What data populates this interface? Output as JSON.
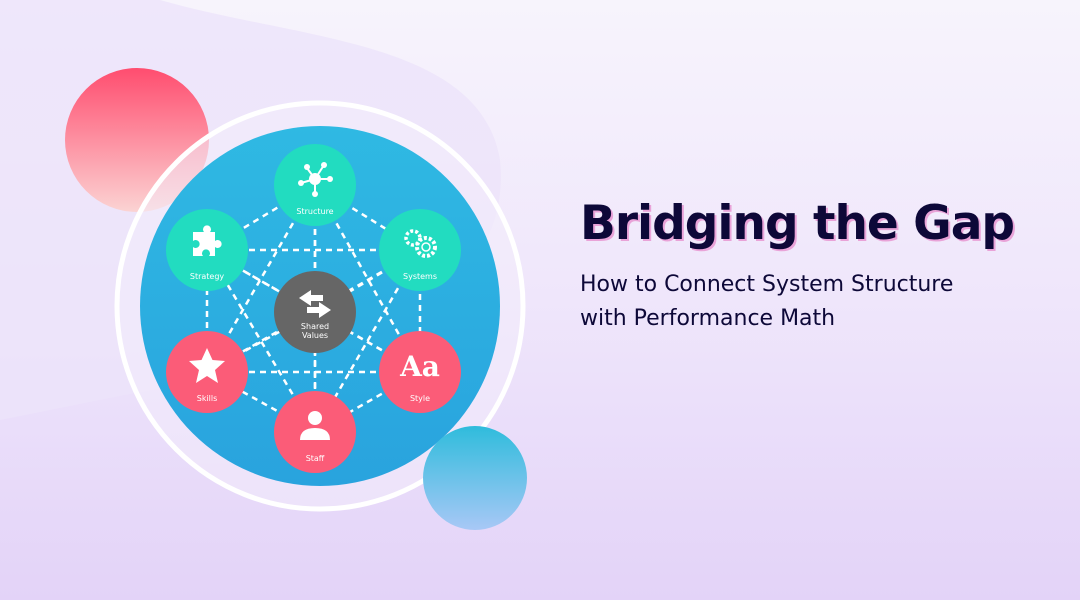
{
  "title": "Bridging the Gap",
  "subtitle_line1": "How to Connect System Structure",
  "subtitle_line2": "with Performance Math",
  "diagram": {
    "center": "Shared Values",
    "center_line1": "Shared",
    "center_line2": "Values",
    "nodes": [
      "Structure",
      "Systems",
      "Style",
      "Staff",
      "Skills",
      "Strategy"
    ]
  },
  "colors": {
    "teal": "#22dcc0",
    "red": "#fb5c78",
    "center": "#666666",
    "blue": "#2aa9e0",
    "title": "#0d0838"
  }
}
